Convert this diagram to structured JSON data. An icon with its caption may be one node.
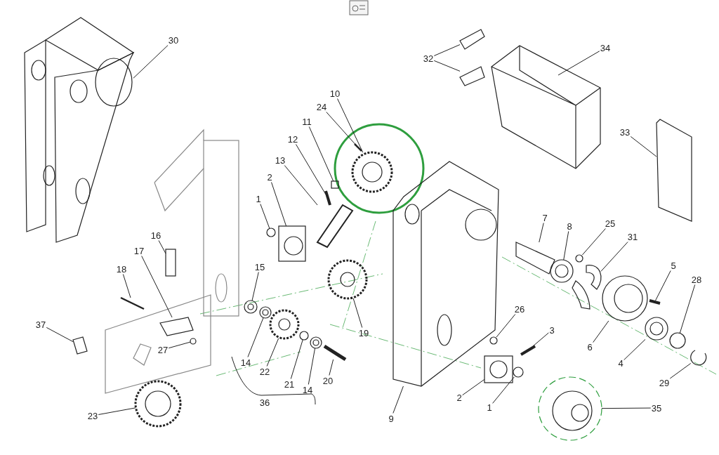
{
  "diagram": {
    "nodes": [
      {
        "text": [
          "30"
        ]
      },
      {
        "text": [
          "34"
        ]
      },
      {
        "text": [
          "32"
        ]
      },
      {
        "text": [
          "10"
        ]
      },
      {
        "text": [
          "24"
        ]
      },
      {
        "text": [
          "11"
        ]
      },
      {
        "text": [
          "12"
        ]
      },
      {
        "text": [
          "13"
        ]
      },
      {
        "text": [
          "2"
        ]
      },
      {
        "text": [
          "1"
        ]
      },
      {
        "text": [
          "16"
        ]
      },
      {
        "text": [
          "17"
        ]
      },
      {
        "text": [
          "18"
        ]
      },
      {
        "text": [
          "37"
        ]
      },
      {
        "text": [
          "27"
        ]
      },
      {
        "text": [
          "15"
        ]
      },
      {
        "text": [
          "14"
        ]
      },
      {
        "text": [
          "22"
        ]
      },
      {
        "text": [
          "21"
        ]
      },
      {
        "text": [
          "14"
        ]
      },
      {
        "text": [
          "20"
        ]
      },
      {
        "text": [
          "23"
        ]
      },
      {
        "text": [
          "19"
        ]
      },
      {
        "text": [
          "9"
        ]
      },
      {
        "text": [
          "7"
        ]
      },
      {
        "text": [
          "8"
        ]
      },
      {
        "text": [
          "25"
        ]
      },
      {
        "text": [
          "31"
        ]
      },
      {
        "text": [
          "5"
        ]
      },
      {
        "text": [
          "6"
        ]
      },
      {
        "text": [
          "28"
        ]
      },
      {
        "text": [
          "4"
        ]
      },
      {
        "text": [
          "29"
        ]
      },
      {
        "text": [
          "26"
        ]
      },
      {
        "text": [
          "3"
        ]
      },
      {
        "text": [
          "2"
        ]
      },
      {
        "text": [
          "1"
        ]
      },
      {
        "text": [
          "35"
        ]
      },
      {
        "text": [
          "33"
        ]
      },
      {
        "text": [],
        "shape": "picture"
      },
      {
        "text": [],
        "shape": "picture"
      },
      {
        "text": [],
        "shape": "picture"
      },
      {
        "text": [],
        "shape": "picture"
      },
      {
        "text": [],
        "shape": "picture"
      },
      {
        "text": [],
        "shape": "picture"
      },
      {
        "text": [],
        "shape": "box"
      },
      {
        "text": [],
        "shape": "picture"
      },
      {
        "text": [],
        "shape": "picture"
      },
      {
        "text": [],
        "shape": "picture"
      },
      {
        "text": [],
        "shape": "circle"
      },
      {
        "text": [],
        "shape": "box"
      },
      {
        "text": [],
        "shape": "picture"
      },
      {
        "text": [],
        "shape": "picture"
      },
      {
        "text": [],
        "shape": "picture"
      },
      {
        "text": [],
        "shape": "circle"
      },
      {
        "text": [],
        "shape": "picture"
      },
      {
        "text": [],
        "shape": "picture"
      },
      {
        "text": [],
        "shape": "picture"
      },
      {
        "text": [],
        "shape": "circle"
      },
      {
        "text": [],
        "shape": "picture"
      },
      {
        "text": [],
        "shape": "picture"
      },
      {
        "text": [],
        "shape": "picture"
      },
      {
        "text": [],
        "shape": "picture"
      },
      {
        "text": [],
        "shape": "picture"
      },
      {
        "text": [],
        "shape": "picture"
      },
      {
        "text": [],
        "shape": "picture"
      },
      {
        "text": [],
        "shape": "circle"
      },
      {
        "text": [],
        "shape": "picture"
      },
      {
        "text": [],
        "shape": "picture"
      },
      {
        "text": [],
        "shape": "picture"
      },
      {
        "text": [],
        "shape": "circle"
      },
      {
        "text": [],
        "shape": "picture"
      },
      {
        "text": [],
        "shape": "picture"
      },
      {
        "text": [],
        "shape": "circle"
      },
      {
        "text": [],
        "shape": "picture"
      },
      {
        "text": [],
        "shape": "picture"
      },
      {
        "text": [],
        "shape": "circle"
      },
      {
        "text": [],
        "shape": "picture"
      },
      {
        "text": [],
        "shape": "picture"
      }
    ],
    "edges": [
      {
        "from": 0,
        "to": 39,
        "arrow": "none"
      },
      {
        "from": 1,
        "to": 40,
        "arrow": "none"
      },
      {
        "from": 2,
        "to": 41,
        "arrow": "none"
      },
      {
        "from": 2,
        "to": 42,
        "arrow": "none"
      },
      {
        "from": 3,
        "to": 43,
        "arrow": "none"
      },
      {
        "from": 4,
        "to": 44,
        "arrow": "none"
      },
      {
        "from": 5,
        "to": 45,
        "arrow": "none"
      },
      {
        "from": 6,
        "to": 46,
        "arrow": "none"
      },
      {
        "from": 7,
        "to": 47,
        "arrow": "none"
      },
      {
        "from": 8,
        "to": 48,
        "arrow": "none"
      },
      {
        "from": 9,
        "to": 49,
        "arrow": "none"
      },
      {
        "from": 10,
        "to": 50,
        "arrow": "none"
      },
      {
        "from": 11,
        "to": 51,
        "arrow": "none"
      },
      {
        "from": 12,
        "to": 52,
        "arrow": "none"
      },
      {
        "from": 13,
        "to": 53,
        "arrow": "none"
      },
      {
        "from": 14,
        "to": 54,
        "arrow": "none"
      },
      {
        "from": 15,
        "to": 55,
        "arrow": "none"
      },
      {
        "from": 16,
        "to": 56,
        "arrow": "none"
      },
      {
        "from": 17,
        "to": 57,
        "arrow": "none"
      },
      {
        "from": 18,
        "to": 58,
        "arrow": "none"
      },
      {
        "from": 19,
        "to": 59,
        "arrow": "none"
      },
      {
        "from": 20,
        "to": 60,
        "arrow": "none"
      },
      {
        "from": 21,
        "to": 61,
        "arrow": "none"
      },
      {
        "from": 22,
        "to": 62,
        "arrow": "none"
      },
      {
        "from": 23,
        "to": 63,
        "arrow": "none"
      },
      {
        "from": 24,
        "to": 64,
        "arrow": "none"
      },
      {
        "from": 25,
        "to": 65,
        "arrow": "none"
      },
      {
        "from": 26,
        "to": 66,
        "arrow": "none"
      },
      {
        "from": 27,
        "to": 67,
        "arrow": "none"
      },
      {
        "from": 28,
        "to": 68,
        "arrow": "none"
      },
      {
        "from": 29,
        "to": 69,
        "arrow": "none"
      },
      {
        "from": 30,
        "to": 70,
        "arrow": "none"
      },
      {
        "from": 31,
        "to": 71,
        "arrow": "none"
      },
      {
        "from": 32,
        "to": 72,
        "arrow": "none"
      },
      {
        "from": 33,
        "to": 73,
        "arrow": "none"
      },
      {
        "from": 34,
        "to": 74,
        "arrow": "none"
      },
      {
        "from": 35,
        "to": 75,
        "arrow": "none"
      },
      {
        "from": 36,
        "to": 76,
        "arrow": "none"
      },
      {
        "from": 37,
        "to": 77,
        "arrow": "none"
      },
      {
        "from": 38,
        "to": 78,
        "arrow": "none"
      }
    ],
    "labels": [
      "36"
    ]
  }
}
